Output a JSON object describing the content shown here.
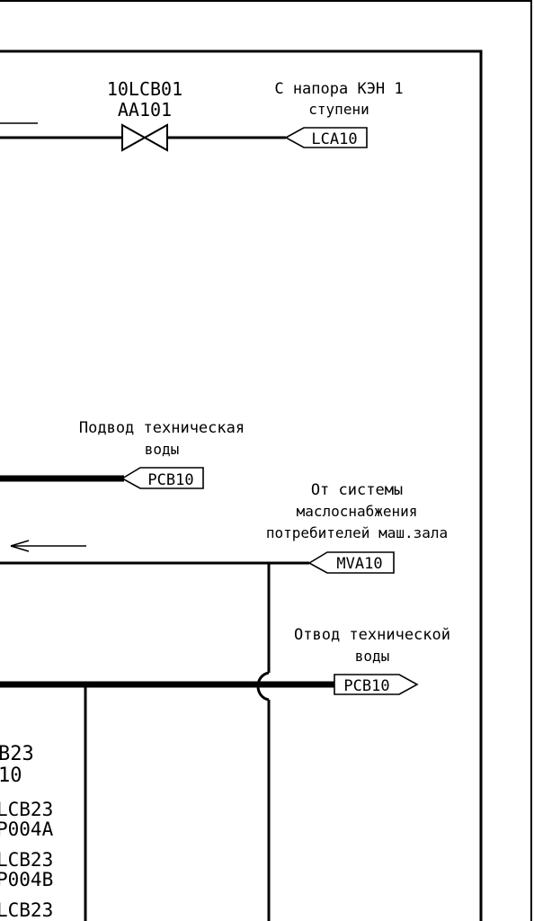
{
  "valve": {
    "tag": "10LCB01",
    "code": "AA101"
  },
  "lca_inlet": {
    "line1": "С напора КЭН 1",
    "line2": "ступени",
    "tag": "LCA10"
  },
  "pcb_inlet": {
    "line1": "Подвод техническая",
    "line2": "воды",
    "tag": "PCB10"
  },
  "mva_inlet": {
    "line1": "От системы",
    "line2": "маслоснабжения",
    "line3": "потребителей маш.зала",
    "tag": "MVA10"
  },
  "pcb_outlet": {
    "line1": "Отвод технической",
    "line2": "воды",
    "tag": "PCB10"
  },
  "cut_labels": {
    "l1": "B23",
    "l2": "10",
    "l3": "LCB23",
    "l4": "P004A",
    "l5": "LCB23",
    "l6": "P004B",
    "l7": "LCB23"
  }
}
